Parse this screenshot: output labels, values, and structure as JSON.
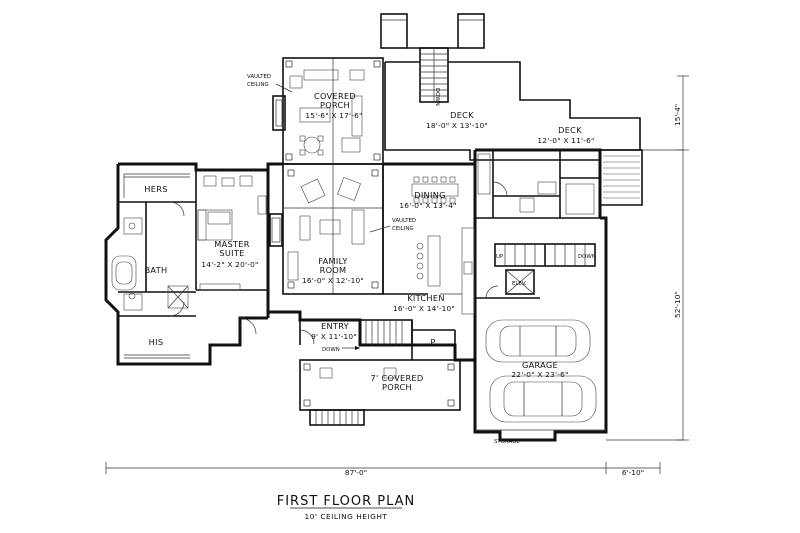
{
  "plan": {
    "title": "FIRST FLOOR PLAN",
    "subtitle": "10' CEILING HEIGHT"
  },
  "rooms": {
    "covered_porch_rear": {
      "name_1": "COVERED",
      "name_2": "PORCH",
      "dims": "15'-6\" X 17'-6\""
    },
    "vaulted_porch_note": {
      "line_1": "VAULTED",
      "line_2": "CEILING"
    },
    "deck_main": {
      "name": "DECK",
      "dims": "18'-0\" X 13'-10\""
    },
    "deck_side": {
      "name": "DECK",
      "dims": "12'-0\" X 11'-6\""
    },
    "hers": {
      "name": "HERS"
    },
    "master_suite": {
      "name_1": "MASTER",
      "name_2": "SUITE",
      "dims": "14'-2\" X 20'-0\""
    },
    "bath": {
      "name": "BATH"
    },
    "his": {
      "name": "HIS"
    },
    "family_room": {
      "name_1": "FAMILY",
      "name_2": "ROOM",
      "dims": "16'-0\" X 12'-10\""
    },
    "vaulted_family_note": {
      "line_1": "VAULTED",
      "line_2": "CEILING"
    },
    "dining": {
      "name": "DINING",
      "dims": "16'-0\" X 13'-4\""
    },
    "kitchen": {
      "name": "KITCHEN",
      "dims": "16'-0\" X 14'-10\""
    },
    "entry": {
      "name": "ENTRY",
      "dims": "9' X 11'-10\""
    },
    "covered_porch_front": {
      "name_1": "7' COVERED",
      "name_2": "PORCH"
    },
    "garage": {
      "name": "GARAGE",
      "dims": "22'-0\" X 23'-6\""
    },
    "pantry": {
      "name": "P"
    },
    "elevator": {
      "name": "ELEV."
    },
    "storage": {
      "name": "STORAGE"
    }
  },
  "stairs": {
    "rear_down": "DOWN",
    "entry_down": "DOWN",
    "garage_up": "UP",
    "garage_down": "DOWN"
  },
  "dimensions": {
    "overall_width": "87'-0\"",
    "right_offset": "6'-10\"",
    "overall_depth": "52'-10\"",
    "deck_depth": "15'-4\""
  }
}
